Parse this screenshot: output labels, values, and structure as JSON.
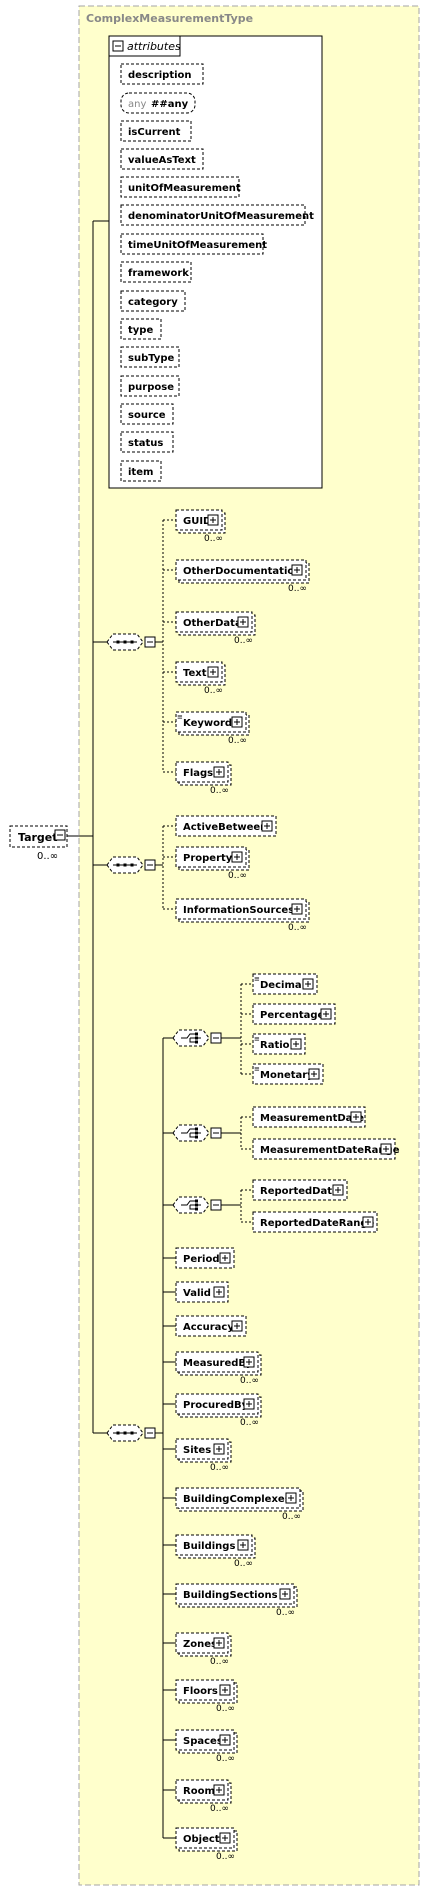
{
  "type_label": "ComplexMeasurementType",
  "attributes": {
    "header": "attributes",
    "any_prefix": "any",
    "any_value": "##any",
    "items": [
      "description",
      "isCurrent",
      "valueAsText",
      "unitOfMeasurement",
      "denominatorUnitOfMeasurement",
      "timeUnitOfMeasurement",
      "framework",
      "category",
      "type",
      "subType",
      "purpose",
      "source",
      "status",
      "item"
    ]
  },
  "root": {
    "label": "Target",
    "card": "0..∞"
  },
  "group1": [
    {
      "label": "GUID",
      "card": "0..∞"
    },
    {
      "label": "OtherDocumentation",
      "card": "0..∞"
    },
    {
      "label": "OtherData",
      "card": "0..∞"
    },
    {
      "label": "Text",
      "card": "0..∞"
    },
    {
      "label": "Keywords",
      "card": "0..∞"
    },
    {
      "label": "Flags",
      "card": "0..∞"
    }
  ],
  "group2": [
    {
      "label": "ActiveBetween",
      "card": ""
    },
    {
      "label": "Property",
      "card": "0..∞"
    },
    {
      "label": "InformationSources",
      "card": "0..∞"
    }
  ],
  "choice1": [
    "Decimal",
    "Percentage",
    "Ratio",
    "Monetary"
  ],
  "choice2": [
    "MeasurementDate",
    "MeasurementDateRange"
  ],
  "choice3": [
    "ReportedDate",
    "ReportedDateRange"
  ],
  "group3": [
    {
      "label": "Period",
      "card": ""
    },
    {
      "label": "Valid",
      "card": ""
    },
    {
      "label": "Accuracy",
      "card": ""
    },
    {
      "label": "MeasuredBy",
      "card": "0..∞"
    },
    {
      "label": "ProcuredBy",
      "card": "0..∞"
    },
    {
      "label": "Sites",
      "card": "0..∞"
    },
    {
      "label": "BuildingComplexes",
      "card": "0..∞"
    },
    {
      "label": "Buildings",
      "card": "0..∞"
    },
    {
      "label": "BuildingSections",
      "card": "0..∞"
    },
    {
      "label": "Zones",
      "card": "0..∞"
    },
    {
      "label": "Floors",
      "card": "0..∞"
    },
    {
      "label": "Spaces",
      "card": "0..∞"
    },
    {
      "label": "Rooms",
      "card": "0..∞"
    },
    {
      "label": "Object",
      "card": "0..∞"
    }
  ],
  "colors": {
    "panel": "#ffffcc",
    "box": "#ffffff",
    "line": "#000000",
    "frame": "#a6a6a6",
    "muted": "#888888"
  }
}
